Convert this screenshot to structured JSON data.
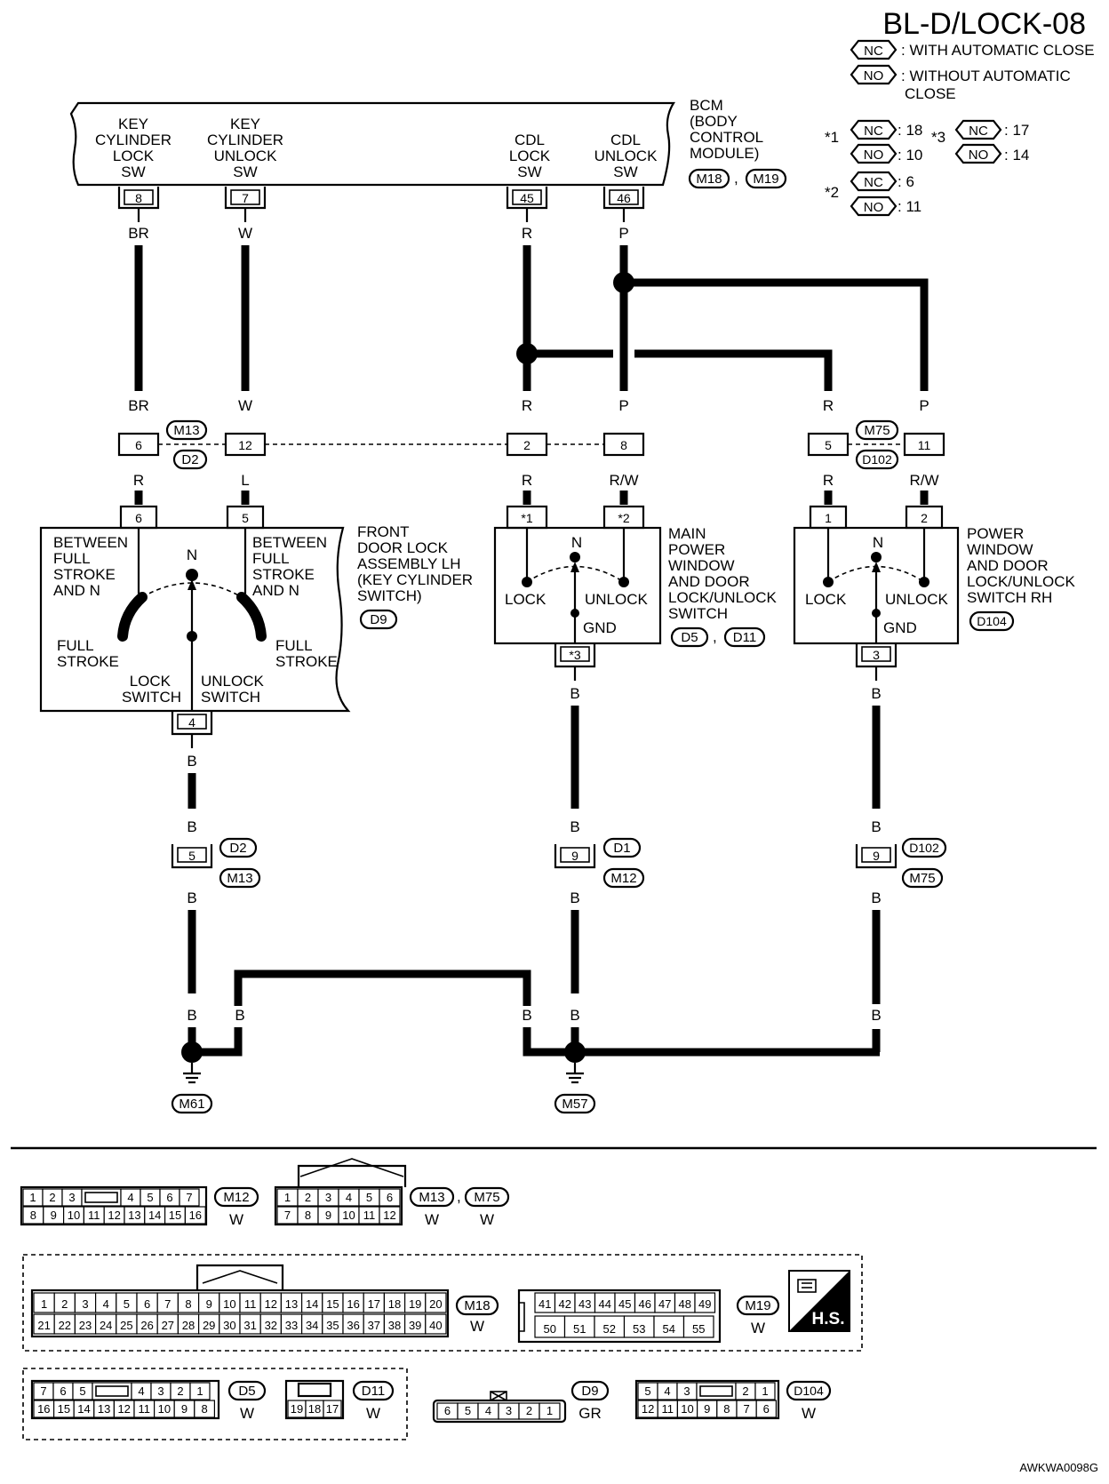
{
  "page_id": "BL-D/LOCK-08",
  "figure_code": "AWKWA0098G",
  "legend": {
    "nc_tag": "NC",
    "nc_text": ": WITH AUTOMATIC CLOSE",
    "no_tag": "NO",
    "no_text_1": ": WITHOUT AUTOMATIC",
    "no_text_2": "CLOSE",
    "notes": [
      {
        "mark": "*1",
        "nc": ": 18",
        "no": ": 10"
      },
      {
        "mark": "*2",
        "nc": ": 6",
        "no": ": 11"
      },
      {
        "mark": "*3",
        "nc": ": 17",
        "no": ": 14"
      }
    ]
  },
  "bcm": {
    "label_lines": [
      "BCM",
      "(BODY",
      "CONTROL",
      "MODULE)"
    ],
    "connectors": [
      "M18",
      "M19"
    ],
    "terminals": {
      "key_lock": {
        "lines": [
          "KEY",
          "CYLINDER",
          "LOCK",
          "SW"
        ],
        "pin": "8"
      },
      "key_unlock": {
        "lines": [
          "KEY",
          "CYLINDER",
          "UNLOCK",
          "SW"
        ],
        "pin": "7"
      },
      "cdl_lock": {
        "lines": [
          "CDL",
          "LOCK",
          "SW"
        ],
        "pin": "45"
      },
      "cdl_unlock": {
        "lines": [
          "CDL",
          "UNLOCK",
          "SW"
        ],
        "pin": "46"
      }
    }
  },
  "wire_colors": {
    "br": "BR",
    "w": "W",
    "r": "R",
    "p": "P",
    "l": "L",
    "rw": "R/W",
    "b": "B"
  },
  "joint_connectors": {
    "m13_d2": {
      "top": "M13",
      "bottom": "D2",
      "pins": [
        "6",
        "12",
        "2",
        "8"
      ]
    },
    "m75_d102": {
      "top": "M75",
      "bottom": "D102",
      "pins": [
        "5",
        "11"
      ]
    }
  },
  "front_door_lock": {
    "label_lines": [
      "FRONT",
      "DOOR LOCK",
      "ASSEMBLY LH",
      "(KEY CYLINDER",
      "SWITCH)"
    ],
    "connector": "D9",
    "pins": [
      "6",
      "5",
      "4"
    ],
    "between_left": [
      "BETWEEN",
      "FULL",
      "STROKE",
      "AND N"
    ],
    "between_right": [
      "BETWEEN",
      "FULL",
      "STROKE",
      "AND N"
    ],
    "n": "N",
    "full_stroke_left": [
      "FULL",
      "STROKE"
    ],
    "full_stroke_right": [
      "FULL",
      "STROKE"
    ],
    "lock_switch": [
      "LOCK",
      "SWITCH"
    ],
    "unlock_switch": [
      "UNLOCK",
      "SWITCH"
    ]
  },
  "main_power_window": {
    "label_lines": [
      "MAIN",
      "POWER",
      "WINDOW",
      "AND DOOR",
      "LOCK/UNLOCK",
      "SWITCH"
    ],
    "connectors": [
      "D5",
      "D11"
    ],
    "pins": [
      "*1",
      "*2",
      "*3"
    ],
    "n": "N",
    "lock": "LOCK",
    "unlock": "UNLOCK",
    "gnd": "GND"
  },
  "power_window_rh": {
    "label_lines": [
      "POWER",
      "WINDOW",
      "AND DOOR",
      "LOCK/UNLOCK",
      "SWITCH RH"
    ],
    "connector": "D104",
    "pins": [
      "1",
      "2",
      "3"
    ],
    "n": "N",
    "lock": "LOCK",
    "unlock": "UNLOCK",
    "gnd": "GND"
  },
  "ground_joints": {
    "left": {
      "pin": "5",
      "top": "D2",
      "bottom": "M13"
    },
    "mid": {
      "pin": "9",
      "top": "D1",
      "bottom": "M12"
    },
    "right": {
      "pin": "9",
      "top": "D102",
      "bottom": "M75"
    }
  },
  "grounds": [
    "M61",
    "M57"
  ],
  "connector_views": {
    "m12": {
      "tag": "M12",
      "color": "W",
      "row1": [
        "1",
        "2",
        "3",
        "",
        "4",
        "5",
        "6",
        "7"
      ],
      "row2": [
        "8",
        "9",
        "10",
        "11",
        "12",
        "13",
        "14",
        "15",
        "16"
      ]
    },
    "m13_m75": {
      "tags": [
        "M13",
        "M75"
      ],
      "sep": ",",
      "color": "W",
      "row1": [
        "1",
        "2",
        "3",
        "4",
        "5",
        "6"
      ],
      "row2": [
        "7",
        "8",
        "9",
        "10",
        "11",
        "12"
      ]
    },
    "m18": {
      "tag": "M18",
      "color": "W",
      "row1": [
        "1",
        "2",
        "3",
        "4",
        "5",
        "6",
        "7",
        "8",
        "9",
        "10",
        "11",
        "12",
        "13",
        "14",
        "15",
        "16",
        "17",
        "18",
        "19",
        "20"
      ],
      "row2": [
        "21",
        "22",
        "23",
        "24",
        "25",
        "26",
        "27",
        "28",
        "29",
        "30",
        "31",
        "32",
        "33",
        "34",
        "35",
        "36",
        "37",
        "38",
        "39",
        "40"
      ]
    },
    "m19": {
      "tag": "M19",
      "color": "W",
      "row1": [
        "41",
        "42",
        "43",
        "44",
        "45",
        "46",
        "47",
        "48",
        "49"
      ],
      "row2": [
        "50",
        "51",
        "52",
        "53",
        "54",
        "55"
      ]
    },
    "hs": "H.S.",
    "d5": {
      "tag": "D5",
      "color": "W",
      "row1": [
        "7",
        "6",
        "5",
        "",
        "4",
        "3",
        "2",
        "1"
      ],
      "row2": [
        "16",
        "15",
        "14",
        "13",
        "12",
        "11",
        "10",
        "9",
        "8"
      ]
    },
    "d11": {
      "tag": "D11",
      "color": "W",
      "row2": [
        "19",
        "18",
        "17"
      ]
    },
    "d9": {
      "tag": "D9",
      "color": "GR",
      "row": [
        "6",
        "5",
        "4",
        "3",
        "2",
        "1"
      ]
    },
    "d104": {
      "tag": "D104",
      "color": "W",
      "row1": [
        "5",
        "4",
        "3",
        "",
        "2",
        "1"
      ],
      "row2": [
        "12",
        "11",
        "10",
        "9",
        "8",
        "7",
        "6"
      ]
    }
  }
}
